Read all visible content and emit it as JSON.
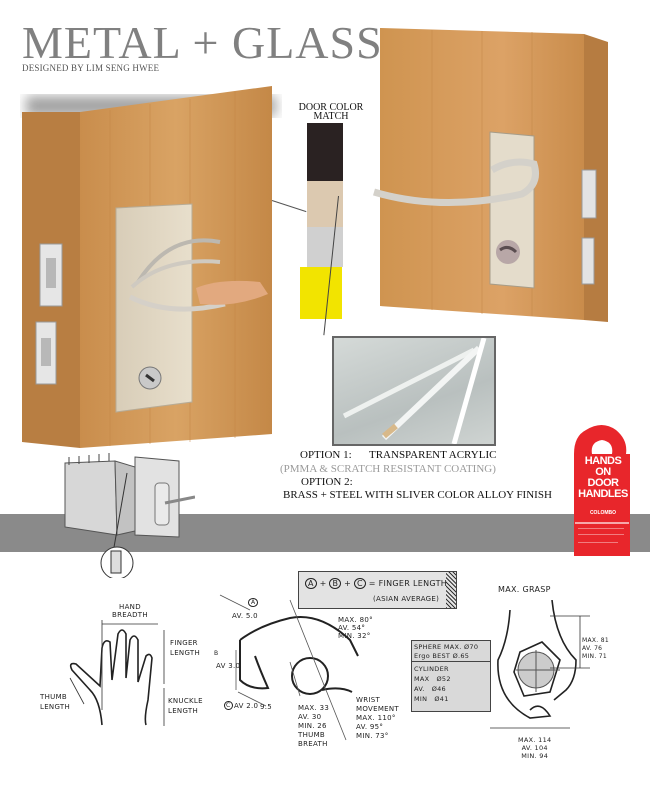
{
  "header": {
    "title": "METAL + GLASS",
    "designer": "DESIGNED BY LIM SENG HWEE"
  },
  "swatches": {
    "label_line1": "DOOR COLOR",
    "label_line2": "MATCH",
    "colors": [
      "#2a2222",
      "#dcc9b0",
      "#cfcfcf",
      "#f2e400"
    ]
  },
  "options": {
    "option1_label": "OPTION 1:",
    "option1_value": "TRANSPARENT ACRYLIC",
    "option1_note": "(PMMA & SCRATCH RESISTANT COATING)",
    "option2_label": "OPTION 2:",
    "option2_value": "BRASS + STEEL WITH SLIVER COLOR ALLOY FINISH"
  },
  "hanger": {
    "line1": "HANDS",
    "line2": "ON",
    "line3": "DOOR",
    "line4": "HANDLES",
    "brand": "COLOMBO",
    "color": "#e8262b"
  },
  "sketches": {
    "finger_formula": {
      "a": "A",
      "b": "B",
      "c": "C",
      "text": "= FINGER LENGTH",
      "note": "(ASIAN AVERAGE)"
    },
    "hand": {
      "breadth_1": "HAND",
      "breadth_2": "BREADTH",
      "finger_1": "FINGER",
      "finger_2": "LENGTH",
      "knuckle_1": "KNUCKLE",
      "knuckle_2": "LENGTH",
      "thumb_1": "THUMB",
      "thumb_2": "LENGTH"
    },
    "grip": {
      "a_label": "A",
      "a_value": "AV. 5.0",
      "b_label": "B",
      "b_value": "AV 3.0",
      "c_label": "C",
      "c_value": "AV 2.0",
      "c_extra": "9.5",
      "angle_max": "MAX. 80°",
      "angle_av": "AV. 54°",
      "angle_min": "MIN. 32°",
      "thumb_max": "MAX. 33",
      "thumb_av": "AV. 30",
      "thumb_min": "MIN. 26",
      "thumb_label_1": "THUMB",
      "thumb_label_2": "BREATH",
      "wrist_1": "WRIST",
      "wrist_2": "MOVEMENT",
      "wrist_max": "MAX. 110°",
      "wrist_av": "AV. 95°",
      "wrist_min": "MIN. 73°"
    },
    "grasp": {
      "title": "MAX. GRASP",
      "sphere_1": "SPHERE MAX. Ø70",
      "sphere_2": "Ergo BEST Ø.65",
      "cyl_title": "CYLINDER",
      "cyl_max": "MAX   Ø52",
      "cyl_av": "AV.   Ø46",
      "cyl_min": "MIN   Ø41",
      "v_max": "MAX. 81",
      "v_av": "AV. 76",
      "v_min": "MIN. 71",
      "h_max": "MAX. 114",
      "h_av": "AV. 104",
      "h_min": "MIN. 94"
    }
  }
}
